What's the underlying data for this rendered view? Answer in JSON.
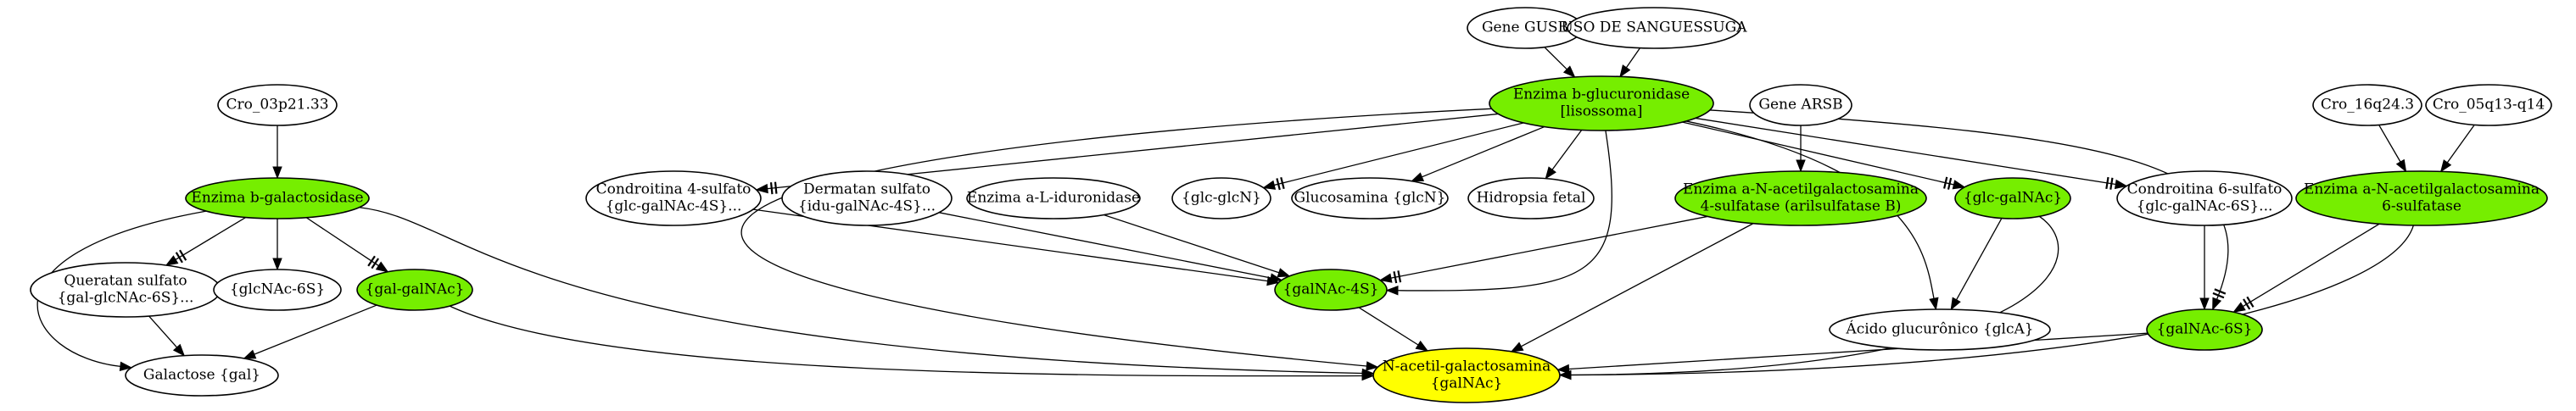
{
  "colors": {
    "enzyme": "#76ee00",
    "product": "#76ee00",
    "target": "#ffff00",
    "default": "#ffffff",
    "stroke": "#000000"
  },
  "nodes": {
    "gene_gusb": {
      "lines": [
        "Gene GUSB"
      ],
      "fill": "default"
    },
    "uso_sanguessuga": {
      "lines": [
        "USO DE SANGUESSUGA"
      ],
      "fill": "default"
    },
    "enz_glucuronidase": {
      "lines": [
        "Enzima b-glucuronidase",
        "[lisossoma]"
      ],
      "fill": "enzyme"
    },
    "gene_arsb": {
      "lines": [
        "Gene ARSB"
      ],
      "fill": "default"
    },
    "cro_16q243": {
      "lines": [
        "Cro_16q24.3"
      ],
      "fill": "default"
    },
    "cro_05q13": {
      "lines": [
        "Cro_05q13-q14"
      ],
      "fill": "default"
    },
    "cro_03p2133": {
      "lines": [
        "Cro_03p21.33"
      ],
      "fill": "default"
    },
    "enz_galactosidase": {
      "lines": [
        "Enzima b-galactosidase"
      ],
      "fill": "enzyme"
    },
    "condroitina_4": {
      "lines": [
        "Condroitina 4-sulfato",
        "{glc-galNAc-4S}..."
      ],
      "fill": "default"
    },
    "dermatan": {
      "lines": [
        "Dermatan sulfato",
        "{idu-galNAc-4S}..."
      ],
      "fill": "default"
    },
    "enz_iduronidase": {
      "lines": [
        "Enzima a-L-iduronidase"
      ],
      "fill": "default"
    },
    "glc_glcn": {
      "lines": [
        "{glc-glcN}"
      ],
      "fill": "default"
    },
    "glucosamina": {
      "lines": [
        "Glucosamina {glcN}"
      ],
      "fill": "default"
    },
    "hidropsia": {
      "lines": [
        "Hidropsia fetal"
      ],
      "fill": "default"
    },
    "enz_arilsulfatase": {
      "lines": [
        "Enzima a-N-acetilgalactosamina",
        "4-sulfatase (arilsulfatase B)"
      ],
      "fill": "enzyme"
    },
    "glc_galnac": {
      "lines": [
        "{glc-galNAc}"
      ],
      "fill": "product"
    },
    "condroitina_6": {
      "lines": [
        "Condroitina 6-sulfato",
        "{glc-galNAc-6S}..."
      ],
      "fill": "default"
    },
    "enz_6sulfatase": {
      "lines": [
        "Enzima a-N-acetilgalactosamina",
        "6-sulfatase"
      ],
      "fill": "enzyme"
    },
    "queratan": {
      "lines": [
        "Queratan sulfato",
        "{gal-glcNAc-6S}..."
      ],
      "fill": "default"
    },
    "glcnac_6s": {
      "lines": [
        "{glcNAc-6S}"
      ],
      "fill": "default"
    },
    "gal_galnac": {
      "lines": [
        "{gal-galNAc}"
      ],
      "fill": "product"
    },
    "galnac_4s": {
      "lines": [
        "{galNAc-4S}"
      ],
      "fill": "product"
    },
    "acido_glucuronico": {
      "lines": [
        "Ácido glucurônico {glcA}"
      ],
      "fill": "default"
    },
    "galnac_6s": {
      "lines": [
        "{galNAc-6S}"
      ],
      "fill": "product"
    },
    "galactose": {
      "lines": [
        "Galactose {gal}"
      ],
      "fill": "default"
    },
    "n_acetil_galactosamina": {
      "lines": [
        "N-acetil-galactosamina",
        "{galNAc}"
      ],
      "fill": "target"
    }
  },
  "edges": [
    {
      "from": "gene_gusb",
      "to": "enz_glucuronidase",
      "head": "arrow"
    },
    {
      "from": "uso_sanguessuga",
      "to": "enz_glucuronidase",
      "head": "arrow"
    },
    {
      "from": "gene_arsb",
      "to": "enz_arilsulfatase",
      "head": "arrow"
    },
    {
      "from": "cro_16q243",
      "to": "enz_6sulfatase",
      "head": "arrow"
    },
    {
      "from": "cro_05q13",
      "to": "enz_6sulfatase",
      "head": "arrow"
    },
    {
      "from": "cro_03p2133",
      "to": "enz_galactosidase",
      "head": "arrow"
    },
    {
      "from": "enz_glucuronidase",
      "to": "condroitina_4",
      "head": "tee"
    },
    {
      "from": "enz_glucuronidase",
      "to": "glc_glcn",
      "head": "tee"
    },
    {
      "from": "enz_glucuronidase",
      "to": "glucosamina",
      "head": "arrow"
    },
    {
      "from": "enz_glucuronidase",
      "to": "hidropsia",
      "head": "arrow"
    },
    {
      "from": "enz_glucuronidase",
      "to": "glc_galnac",
      "head": "tee"
    },
    {
      "from": "enz_glucuronidase",
      "to": "condroitina_6",
      "head": "tee"
    },
    {
      "from": "enz_glucuronidase",
      "to": "galnac_4s",
      "head": "arrow"
    },
    {
      "from": "enz_glucuronidase",
      "to": "acido_glucuronico",
      "head": "arrow"
    },
    {
      "from": "enz_glucuronidase",
      "to": "galnac_6s",
      "head": "tee"
    },
    {
      "from": "enz_glucuronidase",
      "to": "n_acetil_galactosamina",
      "head": "arrow"
    },
    {
      "from": "enz_galactosidase",
      "to": "queratan",
      "head": "tee"
    },
    {
      "from": "enz_galactosidase",
      "to": "glcnac_6s",
      "head": "arrow"
    },
    {
      "from": "enz_galactosidase",
      "to": "gal_galnac",
      "head": "tee"
    },
    {
      "from": "enz_galactosidase",
      "to": "galactose",
      "head": "arrow"
    },
    {
      "from": "enz_galactosidase",
      "to": "n_acetil_galactosamina",
      "head": "arrow"
    },
    {
      "from": "condroitina_4",
      "to": "galnac_4s",
      "head": "arrow"
    },
    {
      "from": "dermatan",
      "to": "galnac_4s",
      "head": "arrow"
    },
    {
      "from": "enz_iduronidase",
      "to": "galnac_4s",
      "head": "arrow"
    },
    {
      "from": "enz_arilsulfatase",
      "to": "galnac_4s",
      "head": "tee"
    },
    {
      "from": "enz_arilsulfatase",
      "to": "n_acetil_galactosamina",
      "head": "arrow"
    },
    {
      "from": "glc_galnac",
      "to": "acido_glucuronico",
      "head": "arrow"
    },
    {
      "from": "glc_galnac",
      "to": "n_acetil_galactosamina",
      "head": "arrow"
    },
    {
      "from": "condroitina_6",
      "to": "galnac_6s",
      "head": "arrow"
    },
    {
      "from": "enz_6sulfatase",
      "to": "galnac_6s",
      "head": "tee"
    },
    {
      "from": "enz_6sulfatase",
      "to": "n_acetil_galactosamina",
      "head": "arrow"
    },
    {
      "from": "galnac_4s",
      "to": "n_acetil_galactosamina",
      "head": "arrow"
    },
    {
      "from": "galnac_6s",
      "to": "n_acetil_galactosamina",
      "head": "arrow"
    },
    {
      "from": "gal_galnac",
      "to": "galactose",
      "head": "arrow"
    },
    {
      "from": "gal_galnac",
      "to": "n_acetil_galactosamina",
      "head": "arrow"
    },
    {
      "from": "queratan",
      "to": "galactose",
      "head": "arrow"
    }
  ]
}
